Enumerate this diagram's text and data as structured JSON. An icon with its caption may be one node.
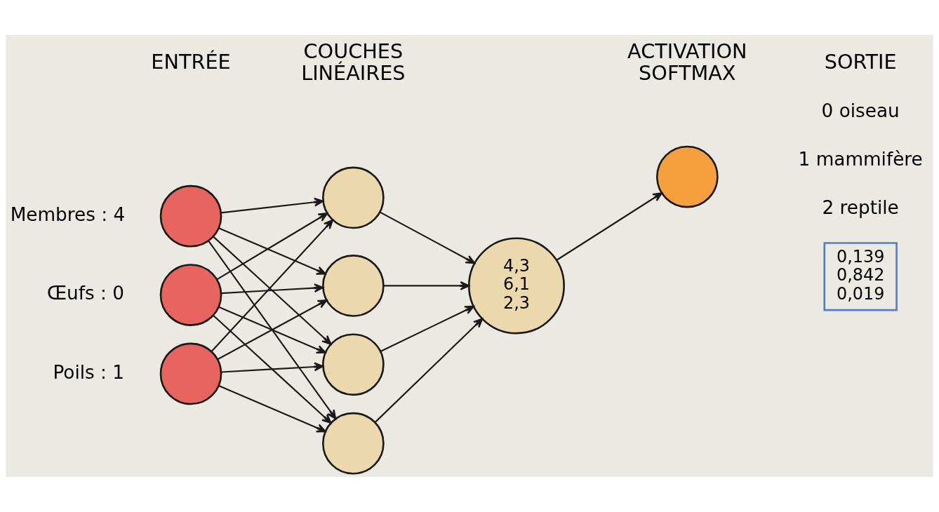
{
  "diagram": {
    "nodes": [
      {
        "text": [],
        "shape": "circle",
        "beside": [
          "Membres : 4"
        ]
      },
      {
        "text": [],
        "shape": "circle",
        "beside": [
          "Œufs : 0"
        ]
      },
      {
        "text": [],
        "shape": "circle",
        "beside": [
          "Poils : 1"
        ]
      },
      {
        "text": [],
        "shape": "circle"
      },
      {
        "text": [],
        "shape": "circle"
      },
      {
        "text": [],
        "shape": "circle"
      },
      {
        "text": [],
        "shape": "circle"
      },
      {
        "text": [
          "4,3 6,1 2,3"
        ]
      },
      {
        "text": [],
        "shape": "circle"
      },
      {
        "text": [
          "0,139 0,842 0,019"
        ]
      }
    ],
    "edges": [
      {
        "from": 0,
        "to": 3,
        "arrow": "to"
      },
      {
        "from": 0,
        "to": 4,
        "arrow": "to"
      },
      {
        "from": 0,
        "to": 5,
        "arrow": "to"
      },
      {
        "from": 0,
        "to": 6,
        "arrow": "to"
      },
      {
        "from": 1,
        "to": 3,
        "arrow": "to"
      },
      {
        "from": 1,
        "to": 4,
        "arrow": "to"
      },
      {
        "from": 1,
        "to": 5,
        "arrow": "to"
      },
      {
        "from": 1,
        "to": 6,
        "arrow": "to"
      },
      {
        "from": 2,
        "to": 3,
        "arrow": "to"
      },
      {
        "from": 2,
        "to": 4,
        "arrow": "to"
      },
      {
        "from": 2,
        "to": 5,
        "arrow": "to"
      },
      {
        "from": 2,
        "to": 6,
        "arrow": "to"
      },
      {
        "from": 3,
        "to": 7,
        "arrow": "to"
      },
      {
        "from": 4,
        "to": 7,
        "arrow": "to"
      },
      {
        "from": 5,
        "to": 7,
        "arrow": "to"
      },
      {
        "from": 6,
        "to": 7,
        "arrow": "to"
      },
      {
        "from": 7,
        "to": 8,
        "arrow": "to"
      }
    ],
    "labels": [
      "ENTRÉE",
      "COUCHES LINÉAIRES",
      "ACTIVATION SOFTMAX",
      "SORTIE",
      "0 oiseau",
      "1 mammifère",
      "2 reptile"
    ]
  }
}
